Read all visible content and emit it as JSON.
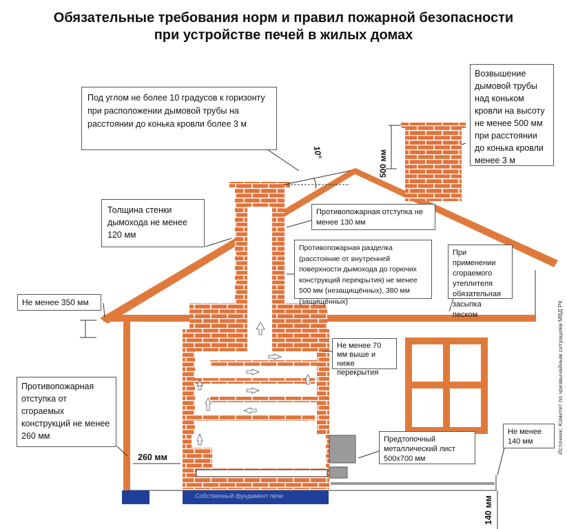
{
  "title_line1": "Обязательные требования норм и правил пожарной безопасности",
  "title_line2": "при устройстве печей в жилых домах",
  "angle_box": "Под углом не более 10 градусов к горизонту при расположении дымовой трубы на расстоянии до конька кровли более 3 м",
  "angle_label": "10°",
  "elevation_box": "Возвышение дымовой трубы над коньком кровли на высоту не менее 500 мм при расстоянии до конька кровли менее 3 м",
  "elevation_dim": "500 мм",
  "wall_thickness_box": "Толщина стенки дымохода не менее 120 мм",
  "offset130_box": "Противопожарная отступка не менее 130 мм",
  "razdelka_box": "Противопожарная разделка (расстояние от внутренней поверхности дымохода до горючих конструкций перекрытия) не менее 500 мм (незащищённых), 380 мм (защищённых)",
  "insulation_box": "При применении сгораемого утеплителя обязательная засыпка песком",
  "min350_box": "Не менее 350 мм",
  "min70_box": "Не менее 70 мм выше и ниже перекрытия",
  "offset260_box": "Противопожарная отступка от сгораемых конструкций не менее 260 мм",
  "dim260": "260 мм",
  "metal_sheet_box": "Предтопочный металлический лист 500х700 мм",
  "min140_box": "Не менее 140 мм",
  "dim140": "140 мм",
  "foundation_label": "Собственный фундамент печи",
  "source": "Источник: Комитет по чрезвычайным ситуациям МВД РК",
  "colors": {
    "brick": "#e2733a",
    "mortar": "#ffffff",
    "timber": "#e07a3c",
    "foundation": "#1f3f9a",
    "grey": "#9a9a9a"
  }
}
